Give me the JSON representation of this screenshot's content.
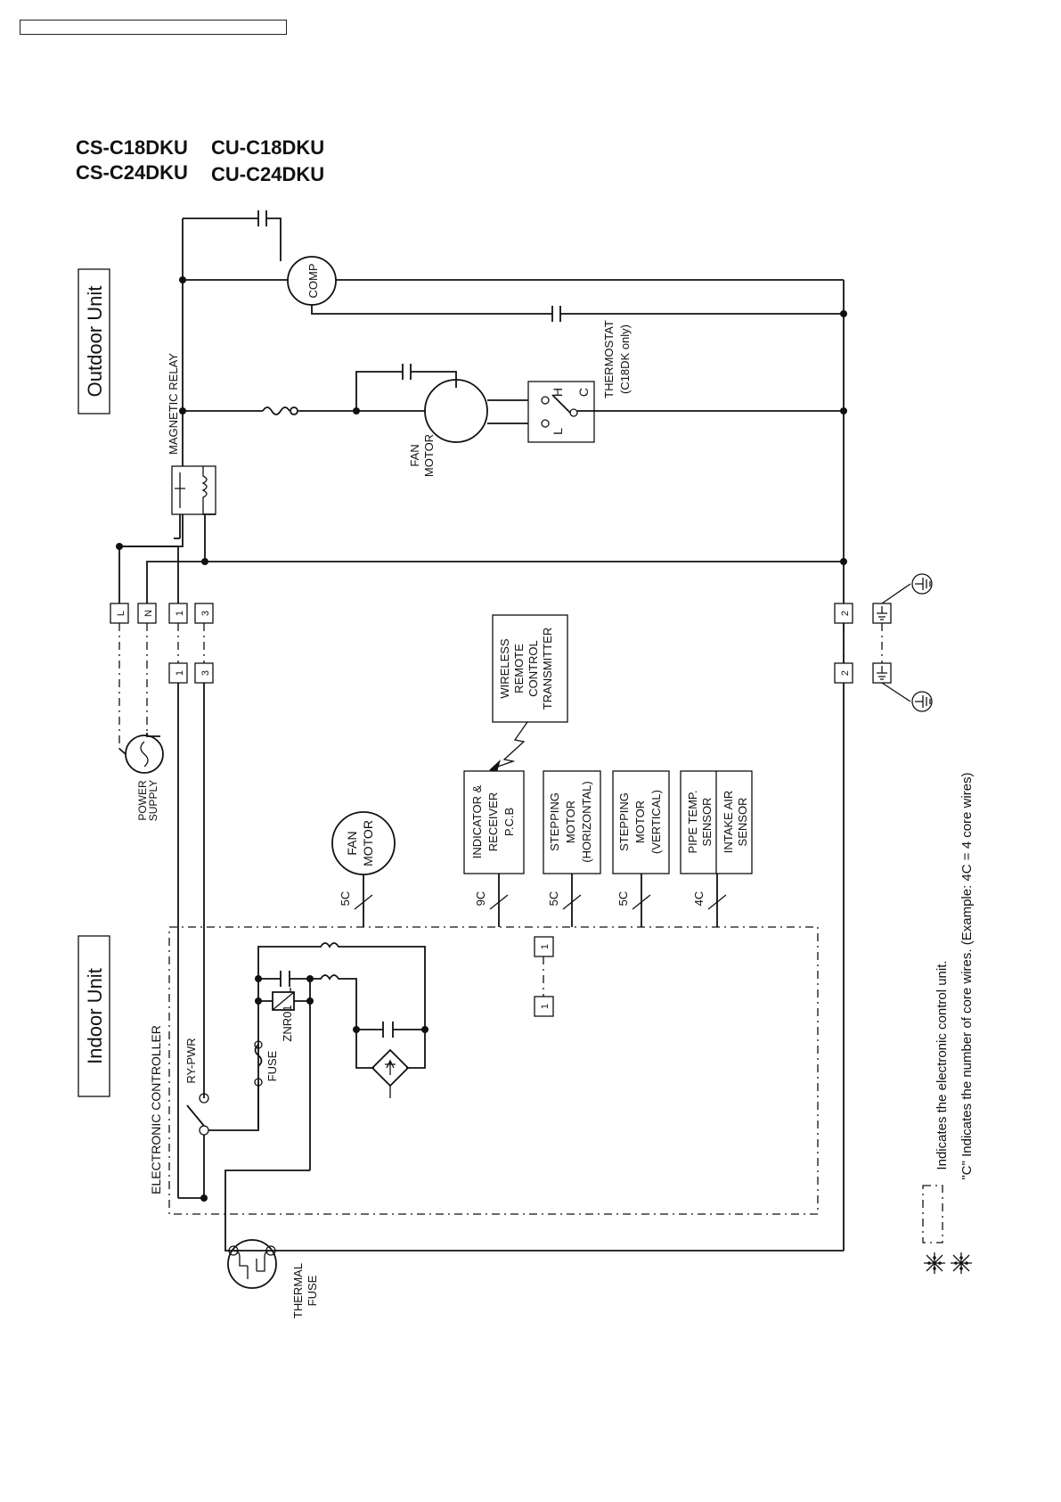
{
  "header": {
    "models_line1_cs": "CS-C18DKU",
    "models_line1_cu": "CU-C18DKU",
    "models_line2_cs": "CS-C24DKU",
    "models_line2_cu": "CU-C24DKU"
  },
  "units": {
    "outdoor": "Outdoor Unit",
    "indoor": "Indoor Unit"
  },
  "components": {
    "magnetic_relay": "MAGNETIC RELAY",
    "comp": "COMP",
    "fan_motor_outdoor": [
      "FAN",
      "MOTOR"
    ],
    "thermostat": [
      "THERMOSTAT",
      "(C18DK  only)"
    ],
    "thermostat_h": "H",
    "thermostat_l": "L",
    "thermostat_c": "C",
    "power_supply": [
      "POWER",
      "SUPPLY"
    ],
    "wireless_remote": [
      "WIRELESS",
      "REMOTE",
      "CONTROL",
      "TRANSMITTER"
    ],
    "indicator": [
      "INDICATOR &",
      "RECEIVER",
      "P.C.B"
    ],
    "stepping_h": [
      "STEPPING",
      "MOTOR",
      "(HORIZONTAL)"
    ],
    "stepping_v": [
      "STEPPING",
      "MOTOR",
      "(VERTICAL)"
    ],
    "sensors": [
      "PIPE TEMP.",
      "SENSOR",
      "INTAKE AIR",
      "SENSOR"
    ],
    "fan_motor_indoor": [
      "FAN",
      "MOTOR"
    ],
    "electronic_controller": "ELECTRONIC CONTROLLER",
    "ry_pwr": "RY-PWR",
    "fuse": "FUSE",
    "znr01": "ZNR01",
    "thermal_fuse": [
      "THERMAL",
      "FUSE"
    ]
  },
  "terminals": {
    "outdoor": [
      "L",
      "N",
      "1",
      "3"
    ],
    "indoor": [
      "1",
      "3"
    ],
    "ground_outdoor": "2",
    "ground_indoor": "2",
    "inner": [
      "1",
      "1"
    ]
  },
  "core_wires": [
    "5C",
    "9C",
    "5C",
    "5C",
    "4C"
  ],
  "notes": {
    "note1": "Indicates the electronic control unit.",
    "note2": "\"C\"  Indicates the number of core wires. (Example: 4C = 4 core wires)"
  },
  "icons": [
    "reference-mark-icon",
    "ground-symbol-icon",
    "ac-source-icon"
  ]
}
